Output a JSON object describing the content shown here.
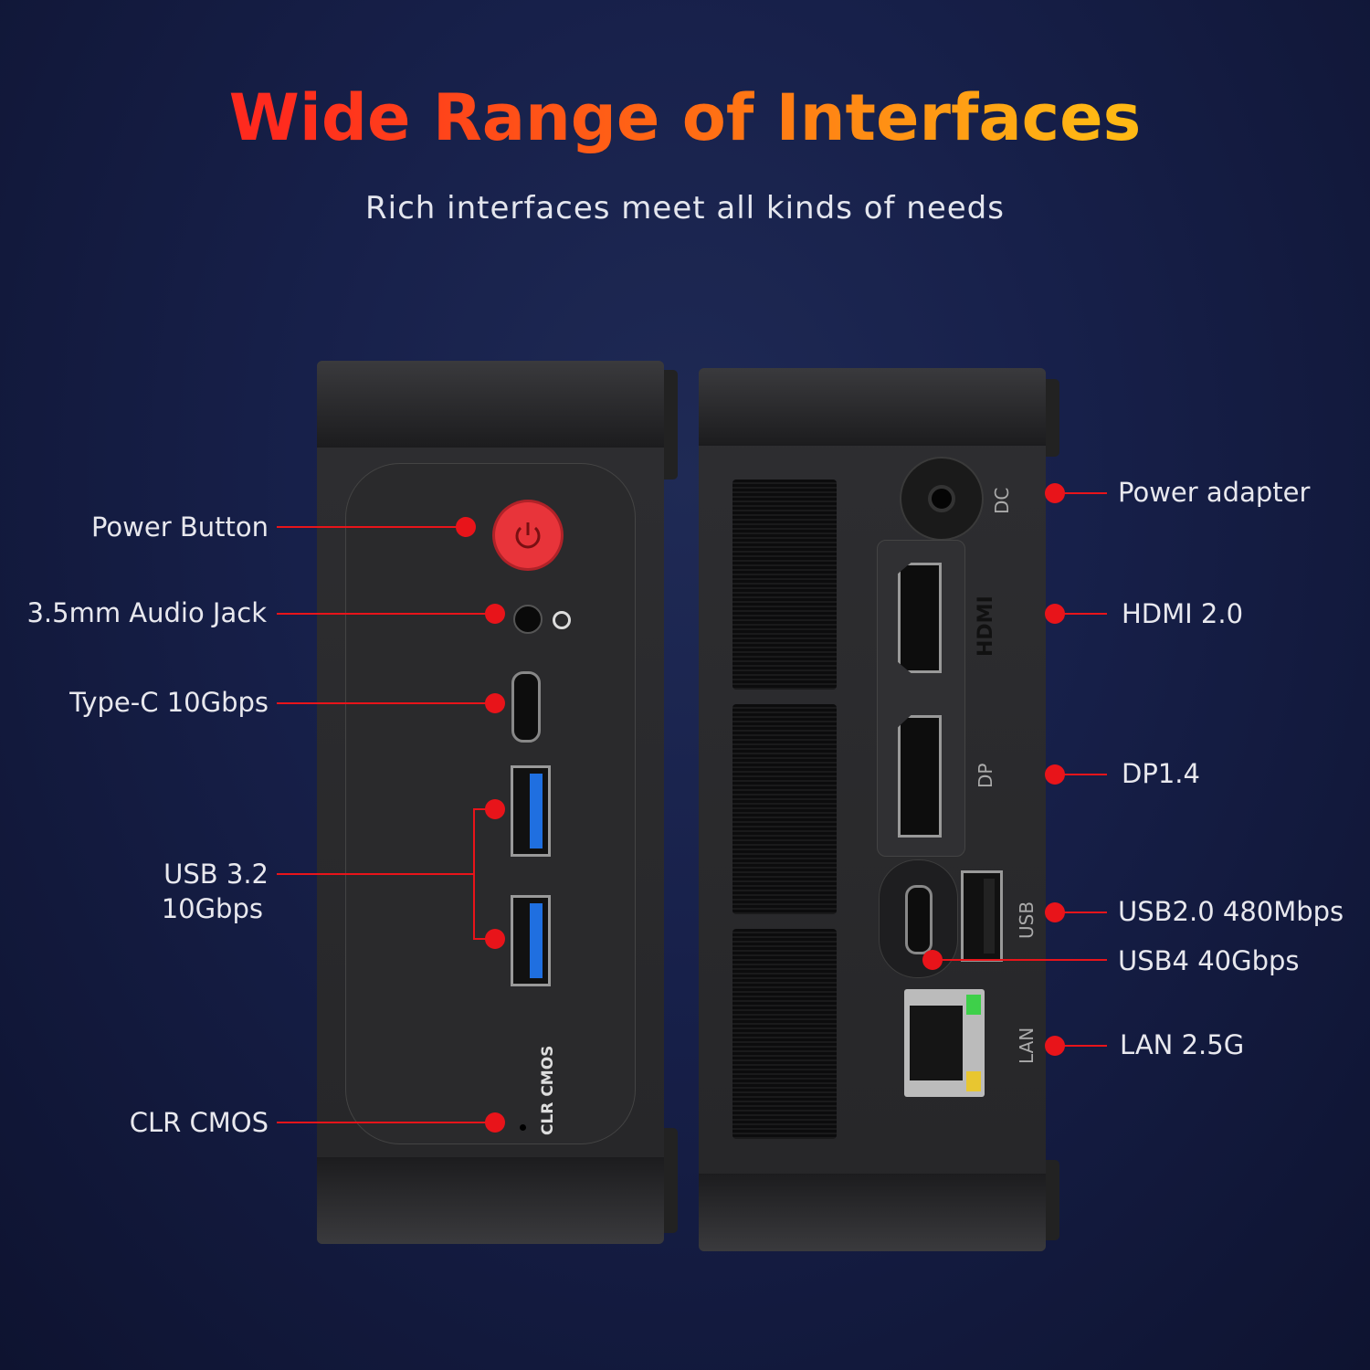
{
  "header": {
    "title": "Wide Range of Interfaces",
    "subtitle": "Rich interfaces meet all kinds of needs"
  },
  "front_labels": {
    "power_button": "Power Button",
    "audio_jack": "3.5mm Audio Jack",
    "type_c": "Type-C 10Gbps",
    "usb32_line1": "USB 3.2",
    "usb32_line2": "10Gbps",
    "clr_cmos": "CLR CMOS"
  },
  "rear_labels": {
    "power_adapter": "Power adapter",
    "hdmi": "HDMI 2.0",
    "dp": "DP1.4",
    "usb2": "USB2.0 480Mbps",
    "usb4": "USB4 40Gbps",
    "lan": "LAN 2.5G"
  },
  "device_print": {
    "clr_cmos": "CLR CMOS",
    "dc": "DC",
    "hdmi": "HDMI",
    "dp": "DP",
    "usb": "USB",
    "lan": "LAN"
  },
  "colors": {
    "accent": "#e8141a",
    "usb3_blue": "#1f6fe0"
  }
}
